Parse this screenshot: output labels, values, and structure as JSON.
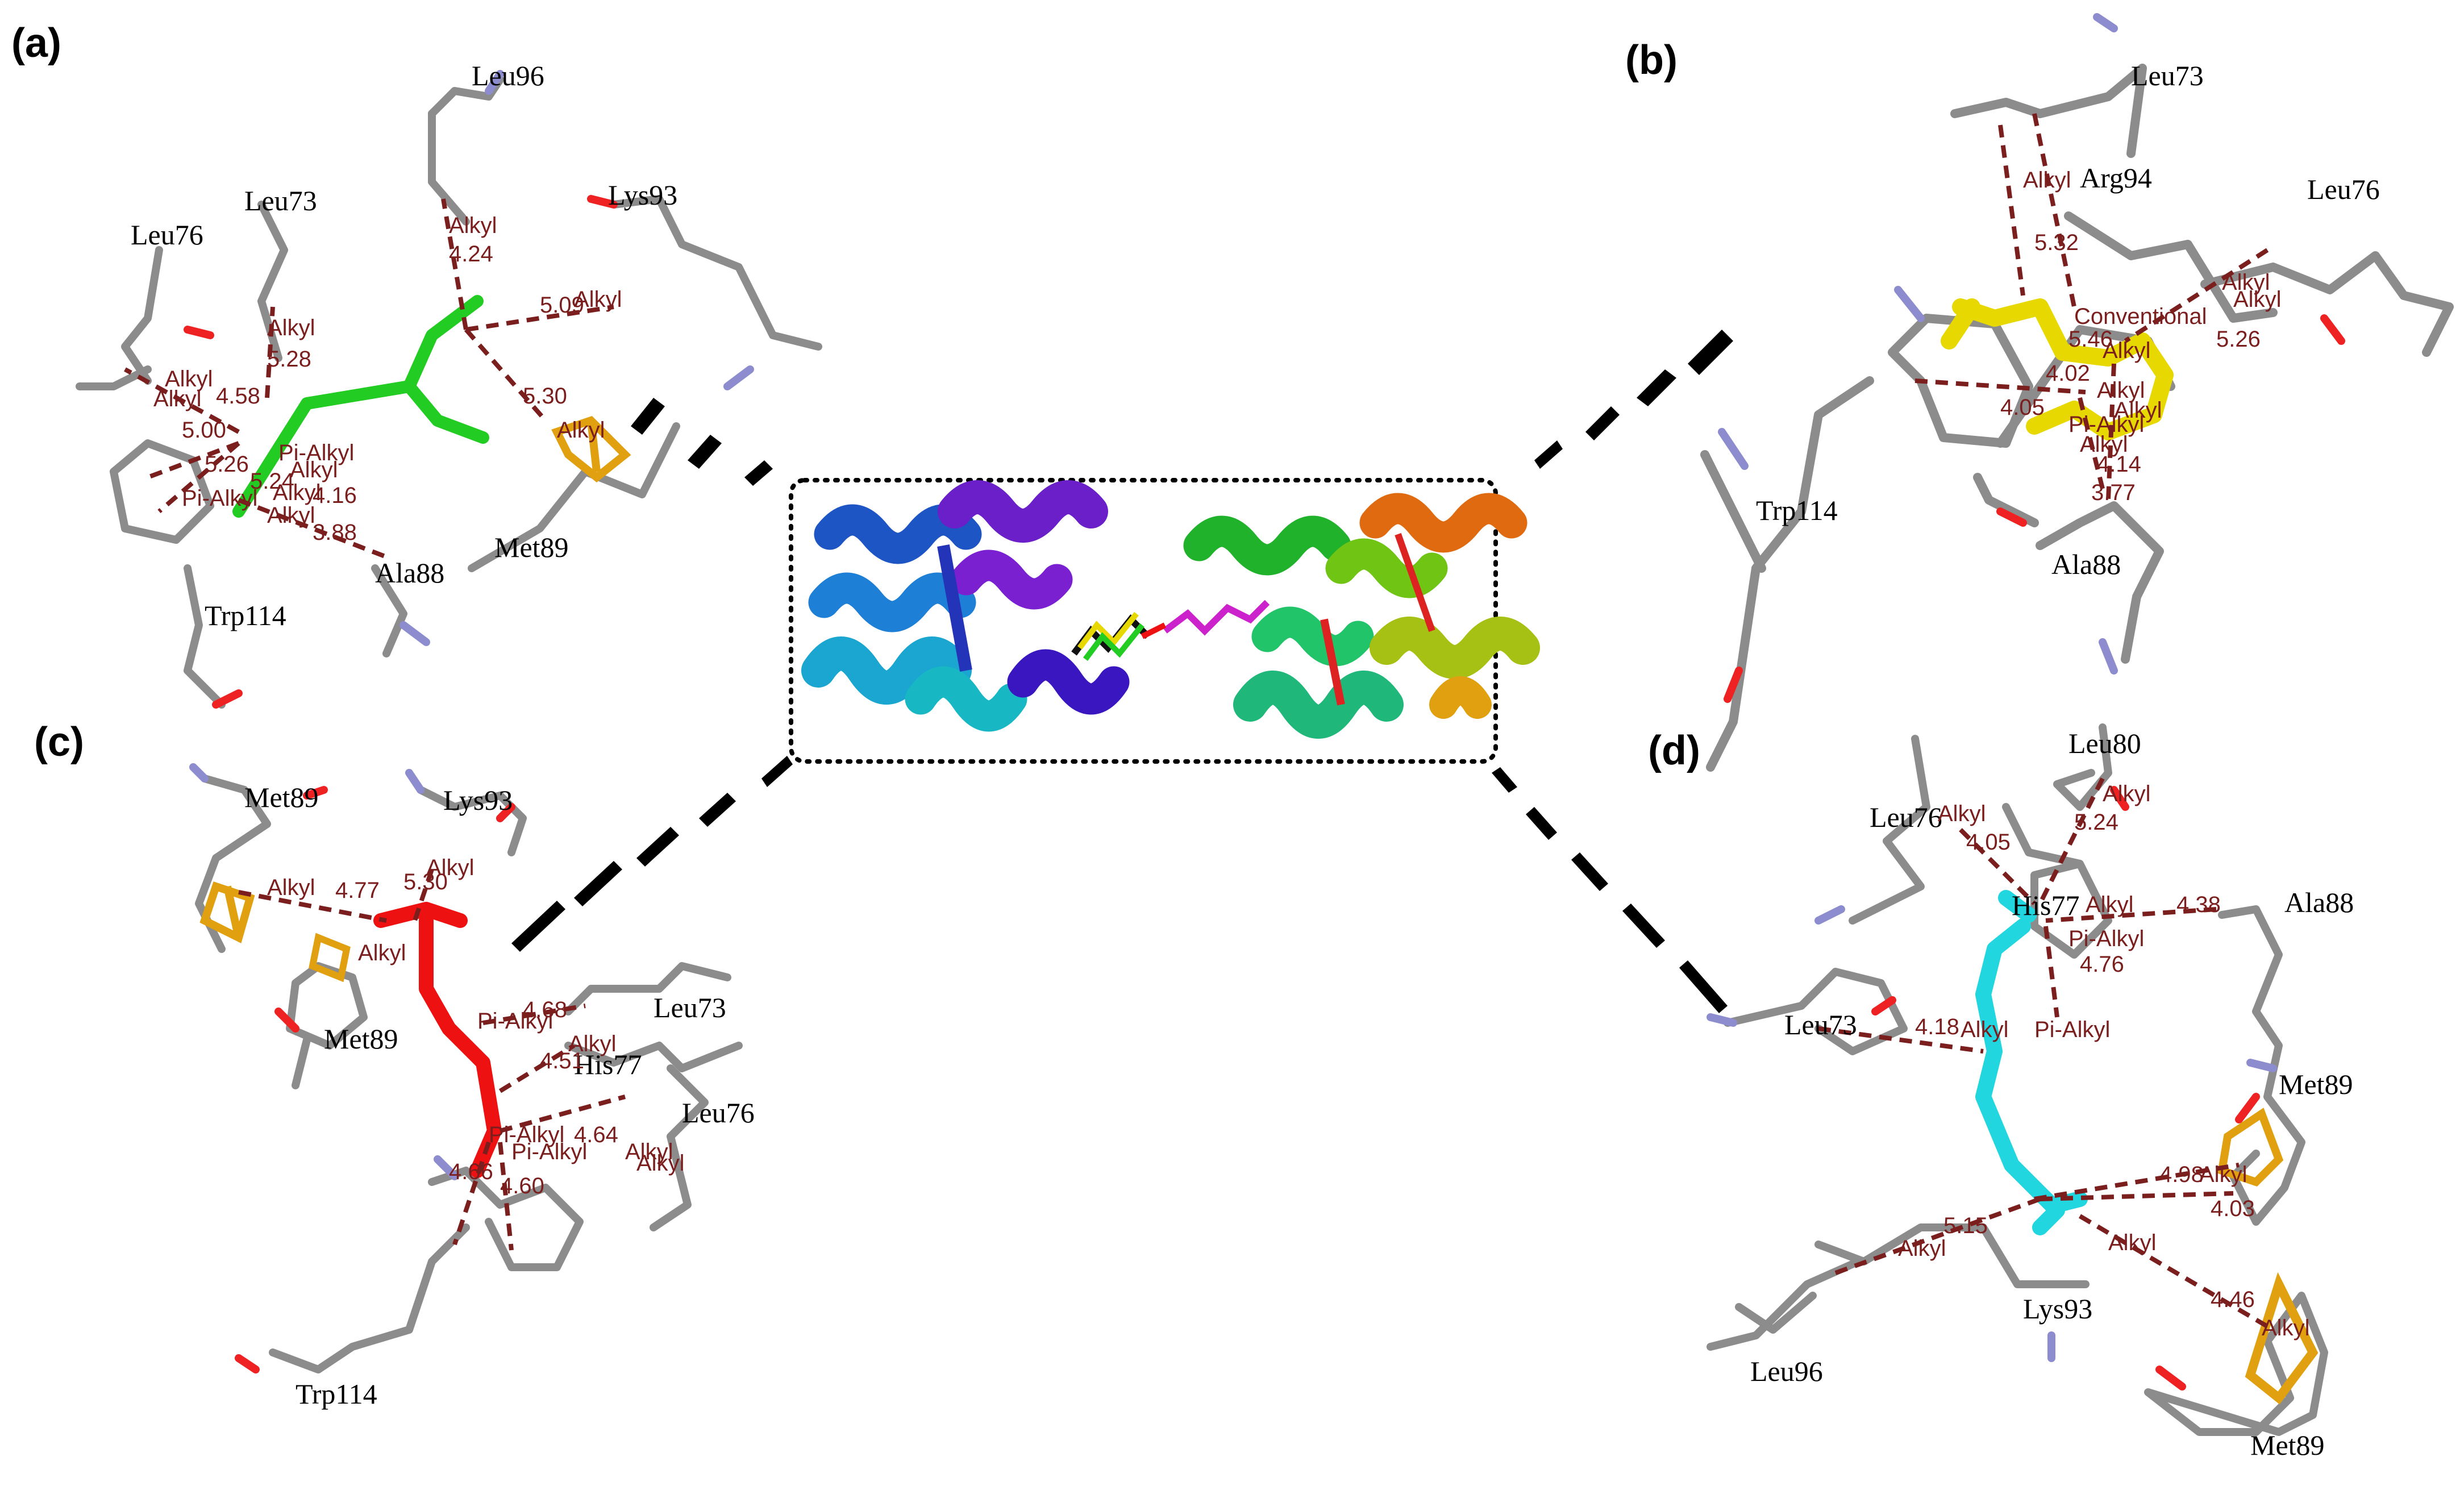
{
  "panels": {
    "a": {
      "label": "(a)",
      "residues": [
        "Leu96",
        "Lys93",
        "Leu73",
        "Leu76",
        "Met89",
        "Ala88",
        "Trp114"
      ],
      "interactions": [
        "Alkyl",
        "Alkyl",
        "Alkyl",
        "Alkyl",
        "Alkyl",
        "Pi-Alkyl",
        "Alkyl",
        "Alkyl",
        "Alkyl",
        "Pi-Alkyl",
        "Alkyl"
      ],
      "distances": [
        "4.24",
        "5.09",
        "5.28",
        "4.58",
        "5.00",
        "5.30",
        "5.26",
        "4.16",
        "3.88",
        "5.24"
      ]
    },
    "b": {
      "label": "(b)",
      "residues": [
        "Leu73",
        "Arg94",
        "Leu76",
        "Trp114",
        "Ala88"
      ],
      "interactions": [
        "Alkyl",
        "Alkyl",
        "Alkyl",
        "Conventional",
        "Alkyl",
        "Alkyl",
        "Alkyl",
        "Pi-Alkyl",
        "Alkyl"
      ],
      "distances": [
        "5.32",
        "5.26",
        "5.46",
        "4.02",
        "4.05",
        "4.14",
        "3.77"
      ]
    },
    "c": {
      "label": "(c)",
      "residues": [
        "Met89",
        "Lys93",
        "Met89",
        "Leu73",
        "His77",
        "Leu76",
        "Trp114"
      ],
      "interactions": [
        "Alkyl",
        "Alkyl",
        "Alkyl",
        "Pi-Alkyl",
        "Alkyl",
        "Alkyl",
        "Pi-Alkyl",
        "Pi-Alkyl",
        "Alkyl"
      ],
      "distances": [
        "4.77",
        "5.30",
        "4.68",
        "4.51",
        "4.64",
        "4.66",
        "4.60"
      ]
    },
    "d": {
      "label": "(d)",
      "residues": [
        "Leu80",
        "Leu76",
        "His77",
        "Ala88",
        "Leu73",
        "Met89",
        "Lys93",
        "Leu96",
        "Met89"
      ],
      "interactions": [
        "Alkyl",
        "Alkyl",
        "Alkyl",
        "Pi-Alkyl",
        "Alkyl",
        "Pi-Alkyl",
        "Alkyl",
        "Alkyl",
        "Alkyl",
        "Alkyl"
      ],
      "distances": [
        "4.05",
        "5.24",
        "4.38",
        "4.76",
        "4.18",
        "4.98",
        "4.03",
        "5.15",
        "4.46"
      ]
    }
  },
  "colors": {
    "interaction": "#7a1e1e",
    "protein_stick": "#8c8c8c",
    "ligand_a": "#22cc22",
    "ligand_b": "#e6d800",
    "ligand_c": "#ee1111",
    "ligand_d": "#22d6e0",
    "sulfur": "#e0a010"
  }
}
